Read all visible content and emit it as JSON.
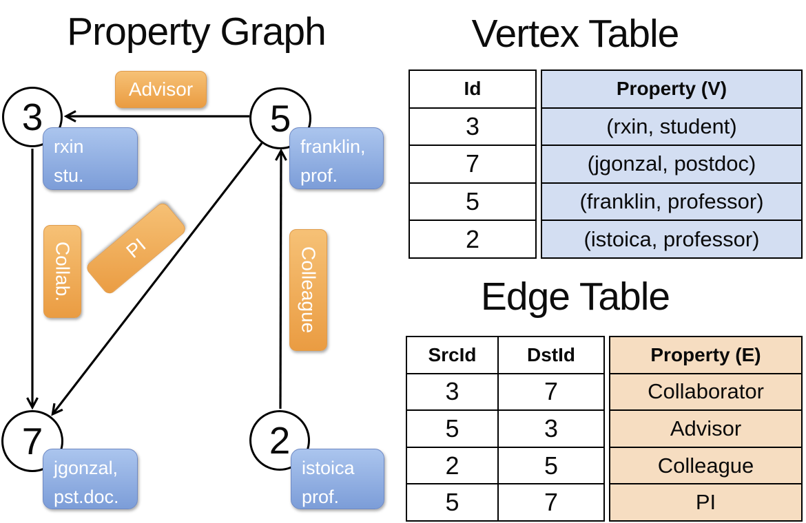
{
  "graph": {
    "title": "Property Graph",
    "vertices": [
      {
        "id": "3",
        "property_line1": "rxin",
        "property_line2": "stu."
      },
      {
        "id": "5",
        "property_line1": "franklin,",
        "property_line2": "prof."
      },
      {
        "id": "7",
        "property_line1": "jgonzal,",
        "property_line2": "pst.doc."
      },
      {
        "id": "2",
        "property_line1": "istoica",
        "property_line2": "prof."
      }
    ],
    "edges": [
      {
        "label": "Advisor"
      },
      {
        "label": "Collab."
      },
      {
        "label": "PI"
      },
      {
        "label": "Colleague"
      }
    ]
  },
  "vertex_table": {
    "title": "Vertex Table",
    "headers": [
      "Id",
      "Property (V)"
    ],
    "rows": [
      [
        "3",
        "(rxin, student)"
      ],
      [
        "7",
        "(jgonzal, postdoc)"
      ],
      [
        "5",
        "(franklin, professor)"
      ],
      [
        "2",
        "(istoica, professor)"
      ]
    ]
  },
  "edge_table": {
    "title": "Edge Table",
    "headers": [
      "SrcId",
      "DstId",
      "Property (E)"
    ],
    "rows": [
      [
        "3",
        "7",
        "Collaborator"
      ],
      [
        "5",
        "3",
        "Advisor"
      ],
      [
        "2",
        "5",
        "Colleague"
      ],
      [
        "5",
        "7",
        "PI"
      ]
    ]
  },
  "colors": {
    "vertex_label_top": "#abc5ee",
    "vertex_label_bottom": "#7c9dd8",
    "edge_label_top": "#f6c176",
    "edge_label_bottom": "#ea9c42",
    "vertex_property_fill": "#d3def2",
    "edge_property_fill": "#f6ddc1",
    "line": "#000000"
  }
}
